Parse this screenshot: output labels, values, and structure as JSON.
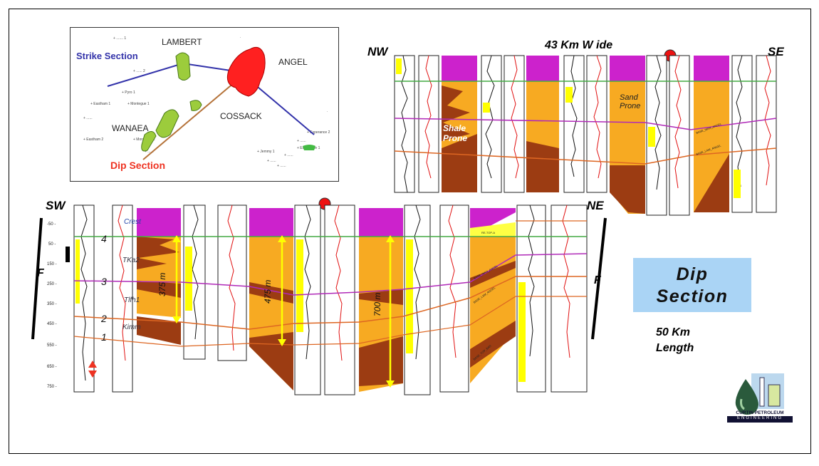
{
  "map": {
    "strike_label": "Strike Section",
    "dip_label": "Dip Section",
    "fields": {
      "lambert": "LAMBERT",
      "angel": "ANGEL",
      "cossack": "COSSACK",
      "wanaea": "WANAEA"
    },
    "colors": {
      "strike": "#3333aa",
      "dip": "#b5733a",
      "angel_field": "#ff2020",
      "green_field": "#9ccc3c"
    }
  },
  "strike_section": {
    "width_label": "43 Km W ide",
    "left_dir": "NW",
    "right_dir": "SE",
    "annotations": {
      "sand_prone": [
        "Sand",
        "Prone"
      ],
      "shale_prone": [
        "Shale",
        "Prone"
      ]
    },
    "horizon_tags": [
      "BASE_WAN_ANGEL",
      "BASE_LAM_ANGEL"
    ]
  },
  "dip_section": {
    "left_dir": "SW",
    "right_dir": "NE",
    "fault_label": "F",
    "depth_ticks": [
      "-50 -",
      "50 -",
      "150 -",
      "250 -",
      "350 -",
      "450 -",
      "550 -",
      "650 -",
      "750 -"
    ],
    "horizon_numbers": [
      "4",
      "3",
      "2",
      "1"
    ],
    "units": [
      "Crest",
      "TKa2",
      "Tlfh1",
      "Kimm"
    ],
    "thickness_labels": [
      "375 m",
      "475 m",
      "700 m"
    ],
    "horizon_tags": [
      "RE-TOP-A",
      "BASE_WAN_ANGEL",
      "BASE_LAM_ANGEL",
      "BASE_TOP_BAD"
    ]
  },
  "info_box": {
    "line1": "Dip",
    "line2": "Section"
  },
  "length": {
    "line1": "50 Km",
    "line2": "Length"
  },
  "logo": {
    "line1": "CURTIN PETROLEUM",
    "line2": "ENGINEERING"
  },
  "colors": {
    "magenta": "#cc22cc",
    "orange": "#f7aa22",
    "brown": "#9c3c12",
    "yellow": "#ffff00",
    "red_log": "#e01010",
    "horizon_green": "#44aa44",
    "horizon_purple": "#b02ab8",
    "horizon_orange": "#dd6622"
  }
}
